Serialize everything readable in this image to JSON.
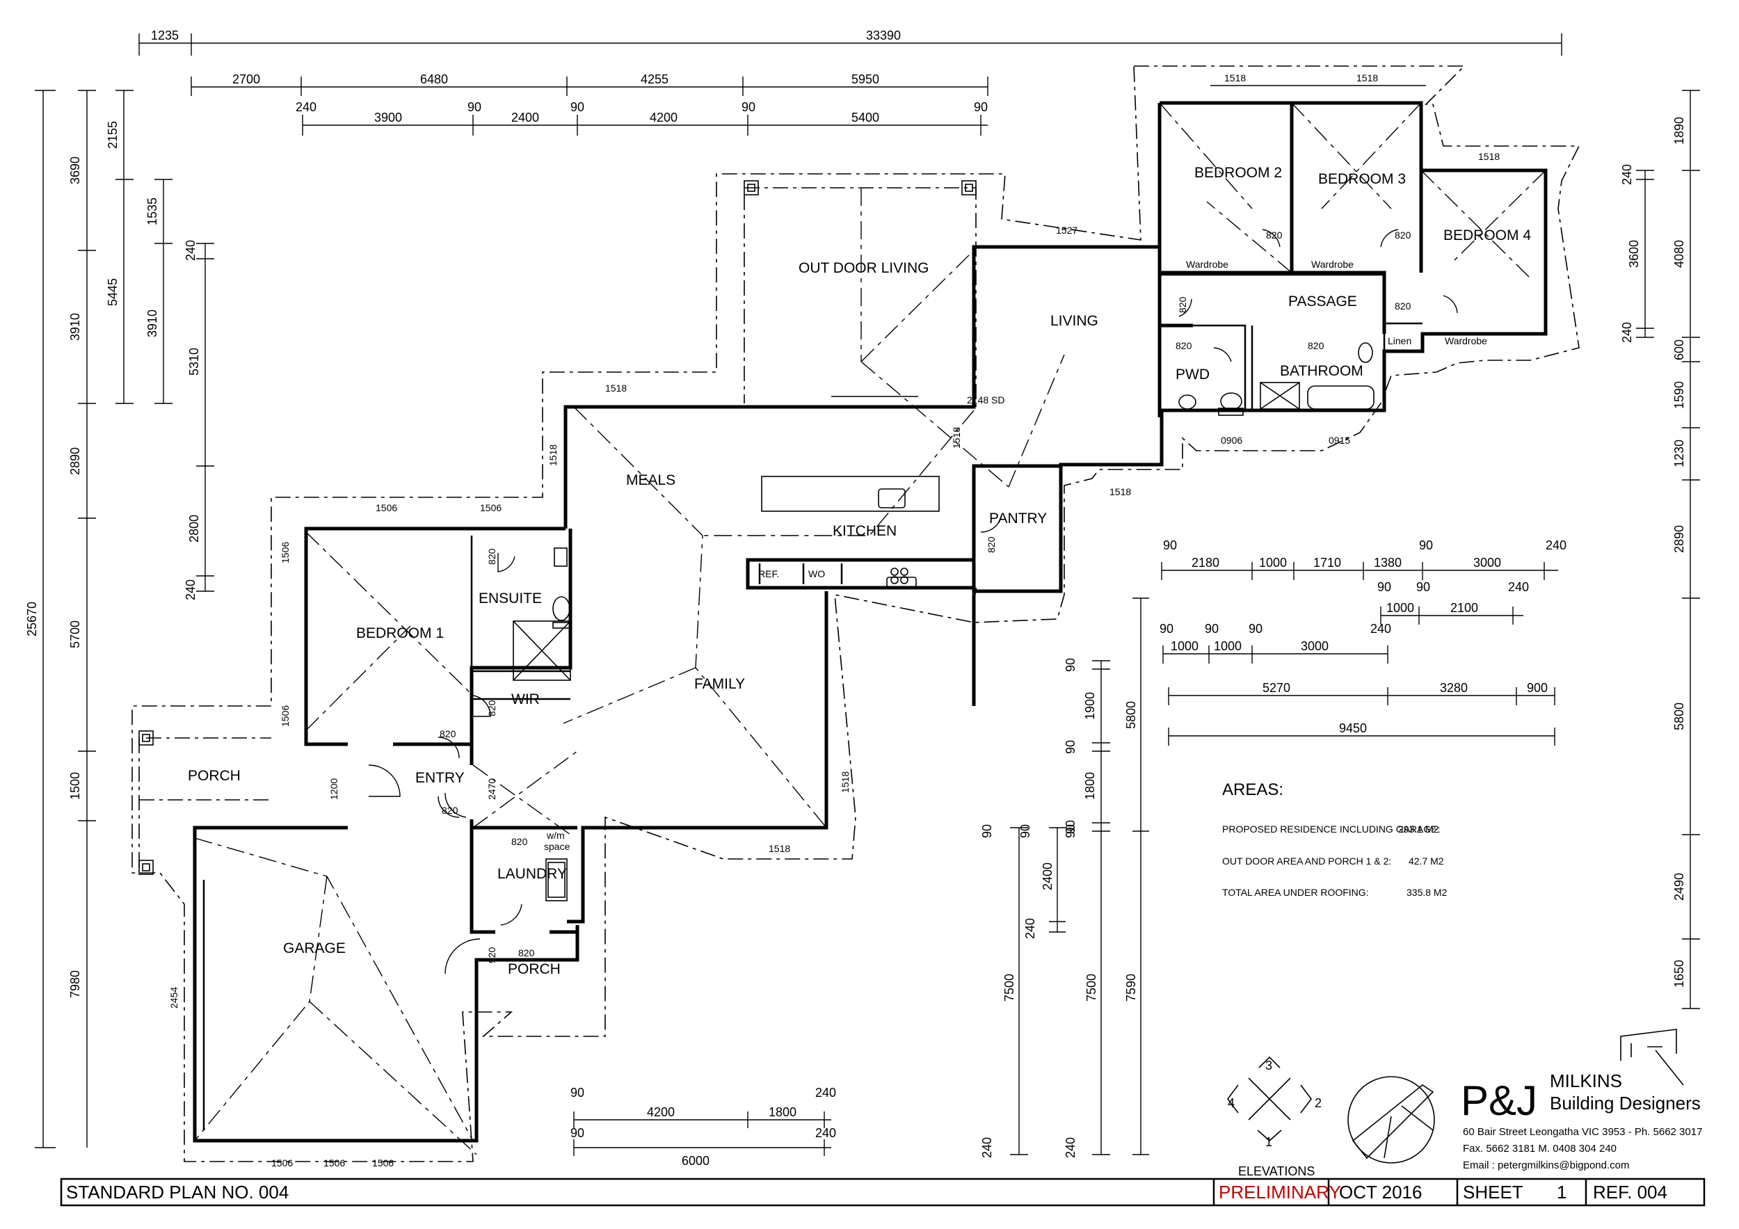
{
  "rooms": {
    "bedroom1": "BEDROOM 1",
    "bedroom2": "BEDROOM 2",
    "bedroom3": "BEDROOM 3",
    "bedroom4": "BEDROOM 4",
    "ensuite": "ENSUITE",
    "wir": "WIR",
    "entry": "ENTRY",
    "porch": "PORCH",
    "garage": "GARAGE",
    "laundry": "LAUNDRY",
    "porch2": "PORCH",
    "meals": "MEALS",
    "kitchen": "KITCHEN",
    "family": "FAMILY",
    "pantry": "PANTRY",
    "living": "LIVING",
    "outdoor": "OUT DOOR LIVING",
    "passage": "PASSAGE",
    "bathroom": "BATHROOM",
    "pwd": "PWD",
    "wardrobe": "Wardrobe",
    "linen": "Linen",
    "ref": "REF.",
    "wo": "WO",
    "wm1": "w/m",
    "wm2": "space",
    "slider": "2148 SD"
  },
  "areas": {
    "heading": "AREAS:",
    "rows": [
      {
        "label": "PROPOSED RESIDENCE INCLUDING GARAGE:",
        "value": "293.1 M2"
      },
      {
        "label": "OUT DOOR AREA AND PORCH 1 & 2:",
        "value": "42.7 M2"
      },
      {
        "label": "TOTAL AREA UNDER ROOFING:",
        "value": "335.8 M2"
      }
    ]
  },
  "elevations": {
    "label": "ELEVATIONS",
    "n1": "1",
    "n2": "2",
    "n3": "3",
    "n4": "4"
  },
  "company": {
    "logo": "P&J",
    "name1": "MILKINS",
    "name2": "Building Designers",
    "address": "60 Bair Street Leongatha VIC 3953 - Ph. 5662 3017",
    "fax": "Fax. 5662 3181 M. 0408 304 240",
    "email": "Email : petergmilkins@bigpond.com"
  },
  "title_block": {
    "plan": "STANDARD PLAN NO. 004",
    "status": "PRELIMINARY",
    "date": "OCT 2016",
    "sheet_label": "SHEET",
    "sheet_no": "1",
    "ref": "REF. 004"
  },
  "colors": {
    "status": "#c00000",
    "lines": "#000000"
  },
  "dimensions": {
    "top_overall": [
      "1235",
      "33390"
    ],
    "top_row2": [
      "2700",
      "6480",
      "4255",
      "5950"
    ],
    "top_row3": [
      "240",
      "3900",
      "90",
      "2400",
      "90",
      "4200",
      "90",
      "5400",
      "90"
    ],
    "left_overall": "25670",
    "left_col1": [
      "3690",
      "3910",
      "2890",
      "5700",
      "1500",
      "7980"
    ],
    "left_col2": [
      "2155",
      "5445"
    ],
    "left_col3": [
      "1535",
      "3910"
    ],
    "left_col4": [
      "240",
      "5310",
      "2800",
      "240"
    ],
    "right_col1": [
      "1890",
      "4080",
      "600",
      "1590",
      "1230",
      "2890",
      "5800",
      "2490",
      "1650"
    ],
    "right_col2": [
      "240",
      "3600",
      "240"
    ],
    "wing_top": [
      "1518",
      "1518",
      "1518",
      "1527",
      "1518"
    ],
    "right_runs_a": [
      "90",
      "2180",
      "1000",
      "1710",
      "1380",
      "90",
      "3000",
      "240"
    ],
    "right_runs_b": [
      "90",
      "1000",
      "90",
      "2100",
      "240"
    ],
    "right_runs_c": [
      "90",
      "1000",
      "90",
      "1000",
      "90",
      "3000",
      "240"
    ],
    "right_runs_d": [
      "5270",
      "3280",
      "900"
    ],
    "right_runs_e": "9450",
    "vert_a": [
      "90",
      "1900",
      "90",
      "1800",
      "90",
      "5800"
    ],
    "vert_b": [
      "90",
      "2400",
      "240",
      "7500",
      "240",
      "90",
      "7500",
      "240",
      "7590",
      "90"
    ],
    "bottom_a": [
      "90",
      "4200",
      "1800",
      "240"
    ],
    "bottom_b": [
      "90",
      "6000",
      "240"
    ],
    "eaves": [
      "1518",
      "1506",
      "1506",
      "1506",
      "1518",
      "1518",
      "1518",
      "1506",
      "1506",
      "1506",
      "1506",
      "1200",
      "1518",
      "2454"
    ],
    "doors": [
      "820",
      "820",
      "820",
      "820",
      "820",
      "820",
      "820",
      "820",
      "820",
      "820",
      "820",
      "820",
      "820",
      "920",
      "2470",
      "1200"
    ],
    "windows": [
      "0906",
      "0915"
    ]
  }
}
